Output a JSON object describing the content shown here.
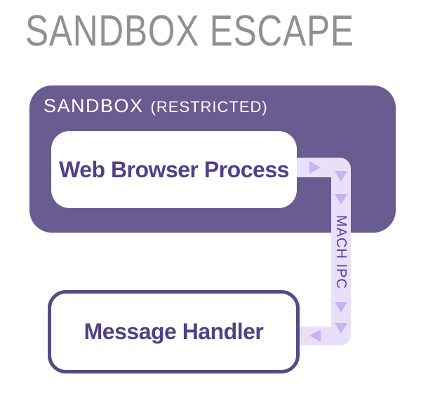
{
  "title": "SANDBOX ESCAPE",
  "diagram": {
    "sandbox": {
      "label": "SANDBOX",
      "sublabel": "(RESTRICTED)",
      "node_label": "Web Browser Process"
    },
    "external": {
      "node_label": "Message Handler"
    },
    "connection": {
      "label": "MACH IPC",
      "from": "Web Browser Process",
      "to": "Message Handler",
      "arrow_icons": [
        "arrow-right",
        "arrow-down",
        "arrow-down",
        "arrow-down",
        "arrow-down",
        "arrow-left"
      ]
    }
  },
  "colors": {
    "title_gray": "#8f9095",
    "sandbox_purple": "#695c90",
    "node_text_purple": "#514088",
    "handler_border_purple": "#574a82",
    "pipe_lavender": "#e8e0f8",
    "arrow_lavender": "#c6b3ef",
    "pipe_label_purple": "#52409b",
    "node_background": "#ffffff"
  }
}
